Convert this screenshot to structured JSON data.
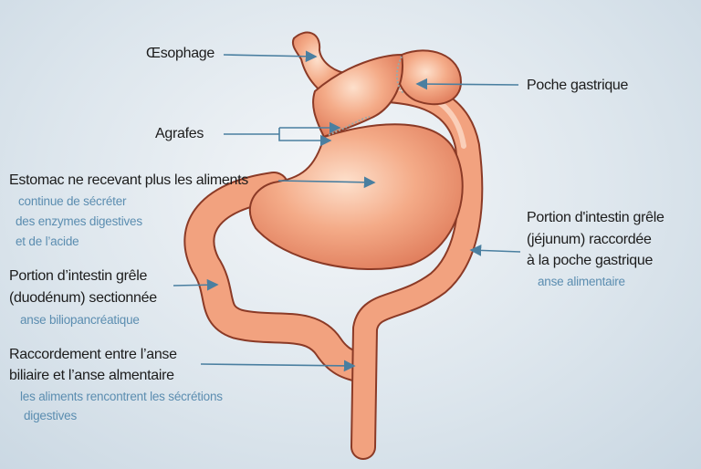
{
  "colors": {
    "arrow": "#4a7fa0",
    "subtext": "#5b8db0",
    "tissue": "#f2a27f",
    "outline": "#8b3a26"
  },
  "labels": {
    "oesophage": "Œsophage",
    "poche": "Poche gastrique",
    "agrafes": "Agrafes",
    "estomac": {
      "title": "Estomac ne recevant plus les aliments",
      "sub": [
        "continue de sécréter",
        "des enzymes digestives",
        "et de l’acide"
      ]
    },
    "jejunum": {
      "title": [
        "Portion d'intestin grêle",
        "(jéjunum) raccordée",
        "à la poche gastrique"
      ],
      "sub": "anse alimentaire"
    },
    "duodenum": {
      "title": [
        "Portion d’intestin grêle",
        "(duodénum) sectionnée"
      ],
      "sub": "anse biliopancréatique"
    },
    "raccordement": {
      "title": [
        "Raccordement entre l’anse",
        "biliaire et l’anse almentaire"
      ],
      "sub": [
        "les aliments rencontrent les sécrétions",
        "digestives"
      ]
    }
  }
}
